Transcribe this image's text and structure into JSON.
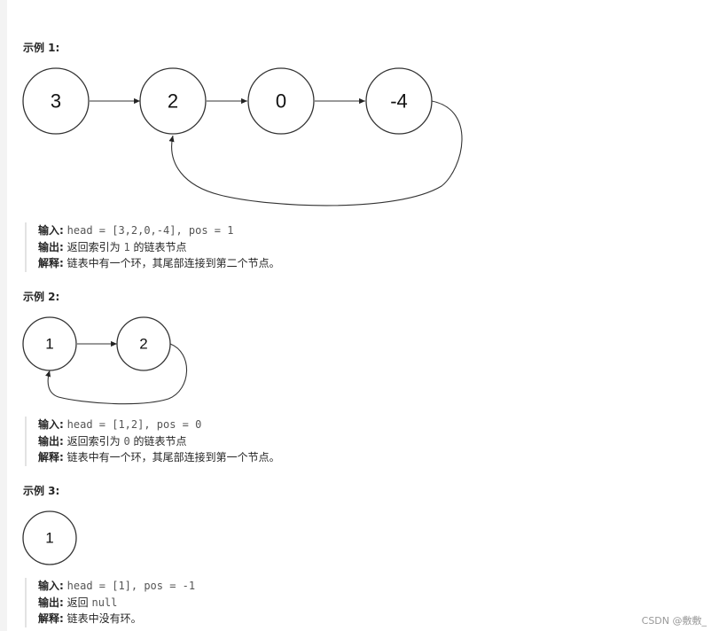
{
  "examples": [
    {
      "title": "示例 1:",
      "nodes": [
        "3",
        "2",
        "0",
        "-4"
      ],
      "input_label": "输入:",
      "input_value": "head = [3,2,0,-4], pos = 1",
      "output_label": "输出:",
      "output_prefix": "返回索引为",
      "output_code": "1",
      "output_suffix": "的链表节点",
      "explain_label": "解释:",
      "explain_text": "链表中有一个环，其尾部连接到第二个节点。"
    },
    {
      "title": "示例 2:",
      "nodes": [
        "1",
        "2"
      ],
      "input_label": "输入:",
      "input_value": "head = [1,2], pos = 0",
      "output_label": "输出:",
      "output_prefix": "返回索引为",
      "output_code": "0",
      "output_suffix": "的链表节点",
      "explain_label": "解释:",
      "explain_text": "链表中有一个环，其尾部连接到第一个节点。"
    },
    {
      "title": "示例 3:",
      "nodes": [
        "1"
      ],
      "input_label": "输入:",
      "input_value": "head = [1], pos = -1",
      "output_label": "输出:",
      "output_prefix": "返回",
      "output_code": "null",
      "output_suffix": "",
      "explain_label": "解释:",
      "explain_text": "链表中没有环。"
    }
  ],
  "watermark": "CSDN @敷敷_"
}
